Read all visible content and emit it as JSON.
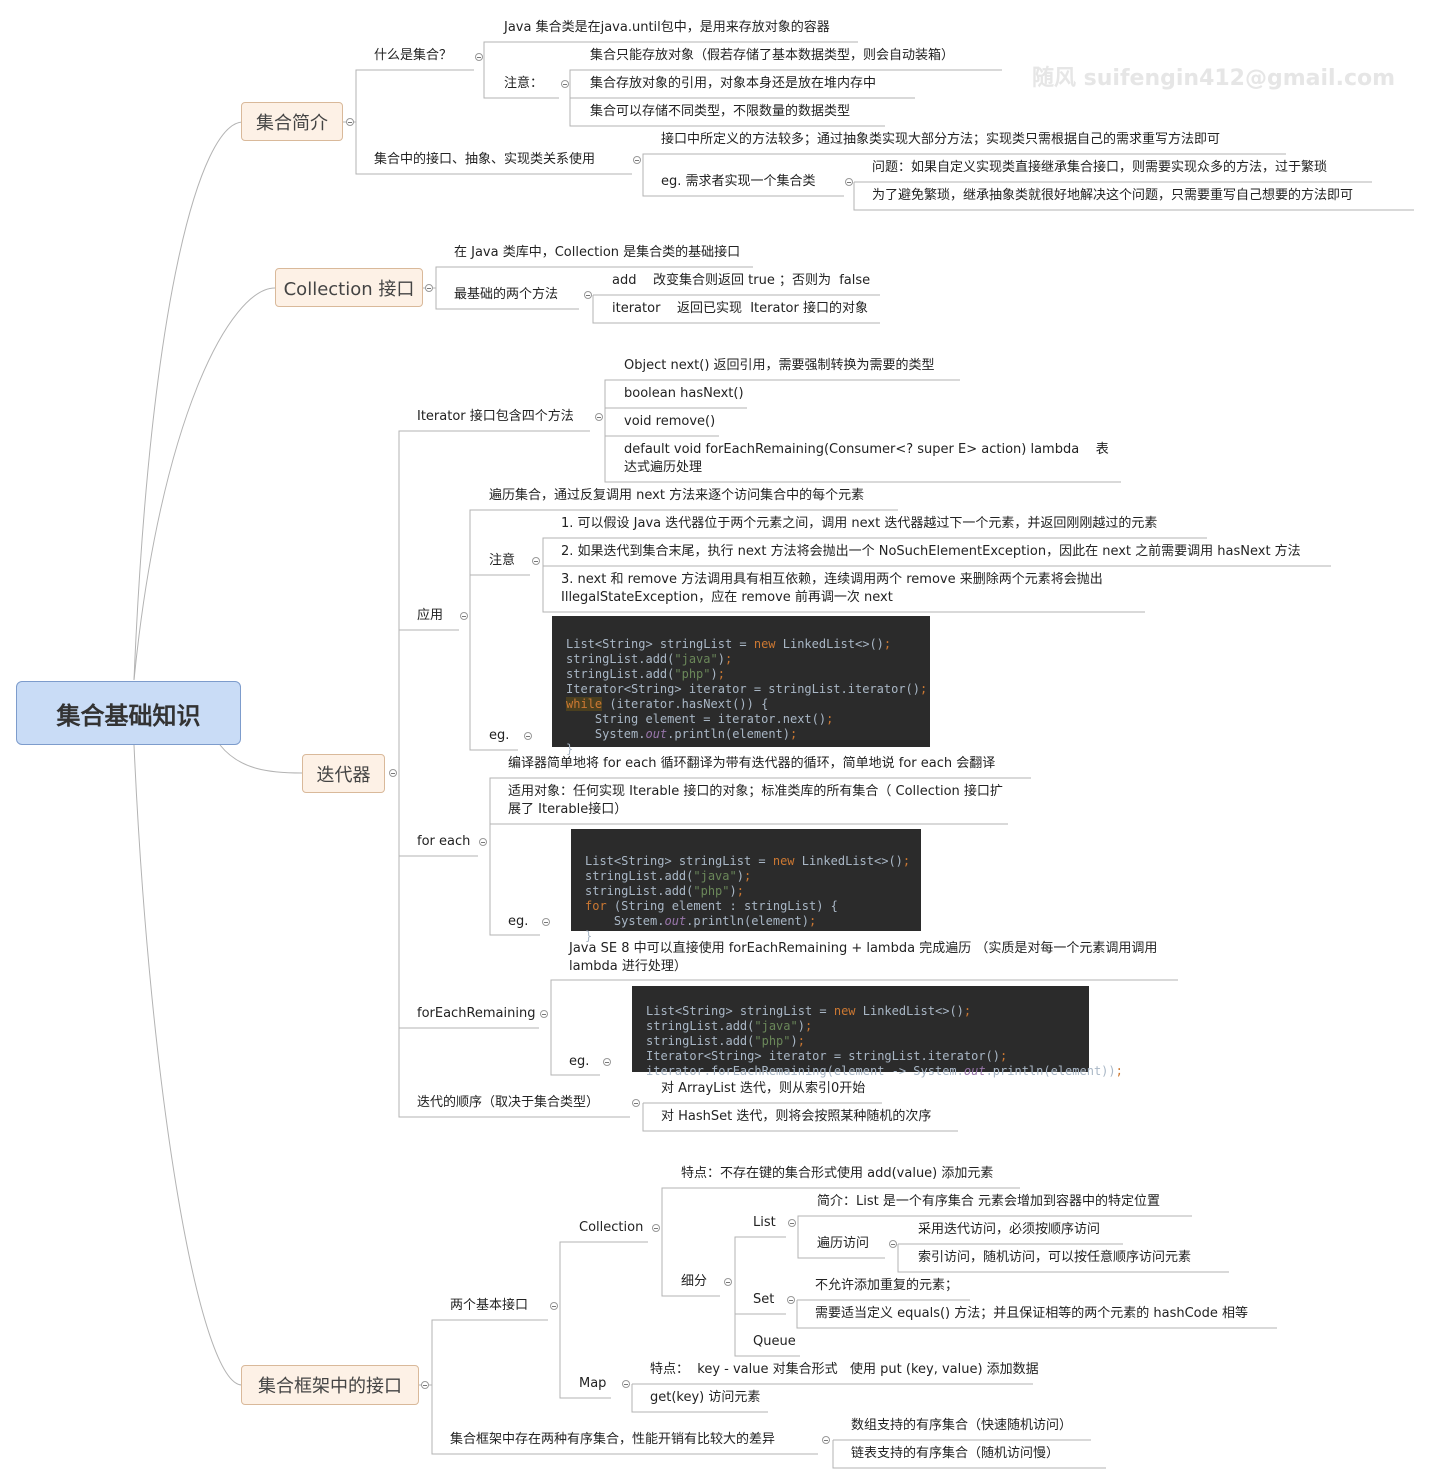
{
  "root": "集合基础知识",
  "watermark": "随风 suifengin412@gmail.com",
  "intro": {
    "title": "集合简介",
    "what": "什么是集合？",
    "what_desc": "Java 集合类是在java.until包中，是用来存放对象的容器",
    "note": "注意：",
    "notes": [
      "集合只能存放对象（假若存储了基本数据类型，则会自动装箱）",
      "集合存放对象的引用，对象本身还是放在堆内存中",
      "集合可以存储不同类型，不限数量的数据类型"
    ],
    "relation": "集合中的接口、抽象、实现类关系使用",
    "relation_desc": "接口中所定义的方法较多；通过抽象类实现大部分方法；实现类只需根据自己的需求重写方法即可",
    "eg": "eg.  需求者实现一个集合类",
    "eg_items": [
      "问题：如果自定义实现类直接继承集合接口，则需要实现众多的方法，过于繁琐",
      "为了避免繁琐，继承抽象类就很好地解决这个问题，只需要重写自己想要的方法即可"
    ]
  },
  "collection": {
    "title": "Collection 接口",
    "desc": "在 Java 类库中，Collection 是集合类的基础接口",
    "methods": "最基础的两个方法",
    "method_items": [
      "add    改变集合则返回 true ；否则为  false",
      "iterator    返回已实现  Iterator 接口的对象"
    ]
  },
  "iterator": {
    "title": "迭代器",
    "four": "Iterator 接口包含四个方法",
    "four_items": [
      "Object next() 返回引用，需要强制转换为需要的类型",
      "boolean hasNext()",
      "void remove()",
      "default void forEachRemaining(Consumer<? super E> action) lambda    表达式遍历处理"
    ],
    "use": "应用",
    "use_desc": "遍历集合，通过反复调用  next 方法来逐个访问集合中的每个元素",
    "use_note": "注意",
    "use_notes": [
      "1.  可以假设 Java 迭代器位于两个元素之间，调用  next 迭代器越过下一个元素，并返回刚刚越过的元素",
      "2.  如果迭代到集合末尾，执行  next 方法将会抛出一个  NoSuchElementException，因此在  next 之前需要调用 hasNext 方法",
      "3.  next 和 remove 方法调用具有相互依赖，连续调用两个  remove 来删除两个元素将会抛出 IllegalStateException，应在  remove 前再调一次  next"
    ],
    "eg": "eg.",
    "foreach": "for each",
    "foreach_desc": "编译器简单地将 for each 循环翻译为带有迭代器的循环，简单地说  for each 会翻译",
    "foreach_target": "适用对象：任何实现 Iterable 接口的对象；标准类库的所有集合（ Collection 接口扩展了 Iterable接口）",
    "fer": "forEachRemaining",
    "fer_desc": "Java SE 8 中可以直接使用  forEachRemaining + lambda 完成遍历 （实质是对每一个元素调用调用 lambda 进行处理）",
    "order": "迭代的顺序（取决于集合类型）",
    "order_items": [
      "对 ArrayList 迭代，则从索引0开始",
      "对 HashSet 迭代，则将会按照某种随机的次序"
    ],
    "code1": [
      "List<String> stringList = new LinkedList<>();",
      "stringList.add(\"java\");",
      "stringList.add(\"php\");",
      "Iterator<String> iterator = stringList.iterator();",
      "while (iterator.hasNext()) {",
      "    String element = iterator.next();",
      "    System.out.println(element);",
      "}"
    ],
    "code2": [
      "List<String> stringList = new LinkedList<>();",
      "stringList.add(\"java\");",
      "stringList.add(\"php\");",
      "for (String element : stringList) {",
      "    System.out.println(element);",
      "}"
    ],
    "code3": [
      "List<String> stringList = new LinkedList<>();",
      "stringList.add(\"java\");",
      "stringList.add(\"php\");",
      "Iterator<String> iterator = stringList.iterator();",
      "iterator.forEachRemaining(element -> System.out.println(element));"
    ]
  },
  "framework": {
    "title": "集合框架中的接口",
    "two": "两个基本接口",
    "collection": "Collection",
    "collection_feature": "特点：不存在键的集合形式使用 add(value) 添加元素",
    "detail": "细分",
    "list": "List",
    "list_intro": "简介：List 是一个有序集合 元素会增加到容器中的特定位置",
    "traverse": "遍历访问",
    "traverse_items": [
      "采用迭代访问，必须按顺序访问",
      "索引访问，随机访问，可以按任意顺序访问元素"
    ],
    "set": "Set",
    "set_items": [
      "不允许添加重复的元素；",
      "需要适当定义  equals() 方法；并且保证相等的两个元素的  hashCode 相等"
    ],
    "queue": "Queue",
    "map": "Map",
    "map_items": [
      "特点：  key - value 对集合形式   使用 put (key, value) 添加数据",
      "get(key) 访问元素"
    ],
    "ordered": "集合框架中存在两种有序集合，性能开销有比较大的差异",
    "ordered_items": [
      "数组支持的有序集合（快速随机访问）",
      "链表支持的有序集合（随机访问慢）"
    ]
  }
}
